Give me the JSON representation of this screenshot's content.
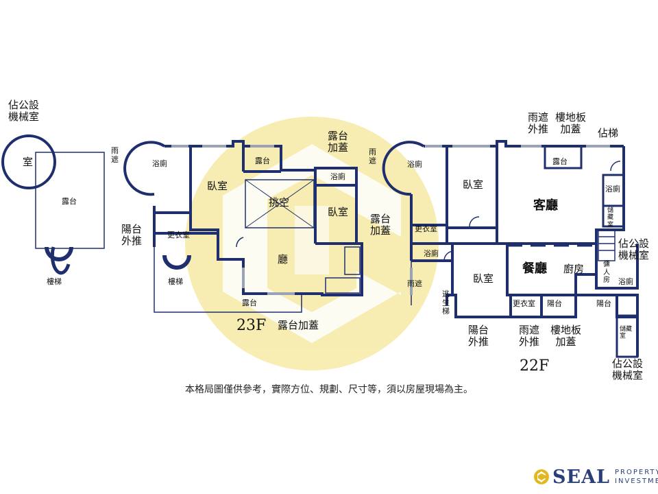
{
  "floors": {
    "upper": "23F",
    "lower": "22F"
  },
  "labels_23f": {
    "mech_room": "佔公設\n機械室",
    "round_room": "室",
    "terrace_left": "露台",
    "stairs_left": "樓梯",
    "canopy": "雨\n遮",
    "bath_left": "浴廁",
    "bedroom_a": "臥室",
    "terrace_small": "露台",
    "atrium": "挑空",
    "bath_mid": "浴廁",
    "bedroom_b": "臥室",
    "balcony_push": "陽台\n外推",
    "closet": "更衣室",
    "stairs_mid": "樓梯",
    "hall": "廳",
    "terrace_bottom": "露台",
    "terrace_roof_top": "露台\n加蓋",
    "terrace_roof_right": "露台\n加蓋",
    "terrace_roof_bottom": "露台加蓋"
  },
  "labels_22f": {
    "canopy_left": "雨\n遮",
    "bath_a": "浴廁",
    "bedroom_a": "臥室",
    "closet_a": "更衣室",
    "bath_b": "浴廁",
    "canopy_bottom": "雨遮",
    "canopy_push": "雨遮\n外推",
    "floor_cover_top": "樓地板\n加蓋",
    "stairs_share": "佔梯",
    "terrace": "露台",
    "living": "客廳",
    "bath_right": "浴廁",
    "storage": "儲\n藏\n室",
    "mech_room_top": "佔公設\n機械室",
    "dining": "餐廳",
    "kitchen": "廚房",
    "maid_room": "傭\n人\n房",
    "bath_maid": "浴廁",
    "bedroom_b": "臥室",
    "escape": "逃\n生\n梯",
    "closet_b": "更衣室",
    "balcony_small": "陽台",
    "balcony_right": "陽台",
    "balcony_push": "陽台\n外推",
    "canopy_push_bottom": "雨遮\n外推",
    "floor_cover_bottom": "樓地板\n加蓋",
    "storage_bottom": "儲藏\n室",
    "mech_room_bottom": "佔公設\n機械室"
  },
  "note": "本格局圖僅供參考，實際方位、規劃、尺寸等，須以房屋現場為主。",
  "logo": {
    "word": "SEAL",
    "sub1": "PROPERTY",
    "sub2": "INVESTMENT"
  },
  "colors": {
    "wall": "#1f2f6e",
    "watermark": "#e9d35a",
    "window": "#9aa3b5"
  }
}
